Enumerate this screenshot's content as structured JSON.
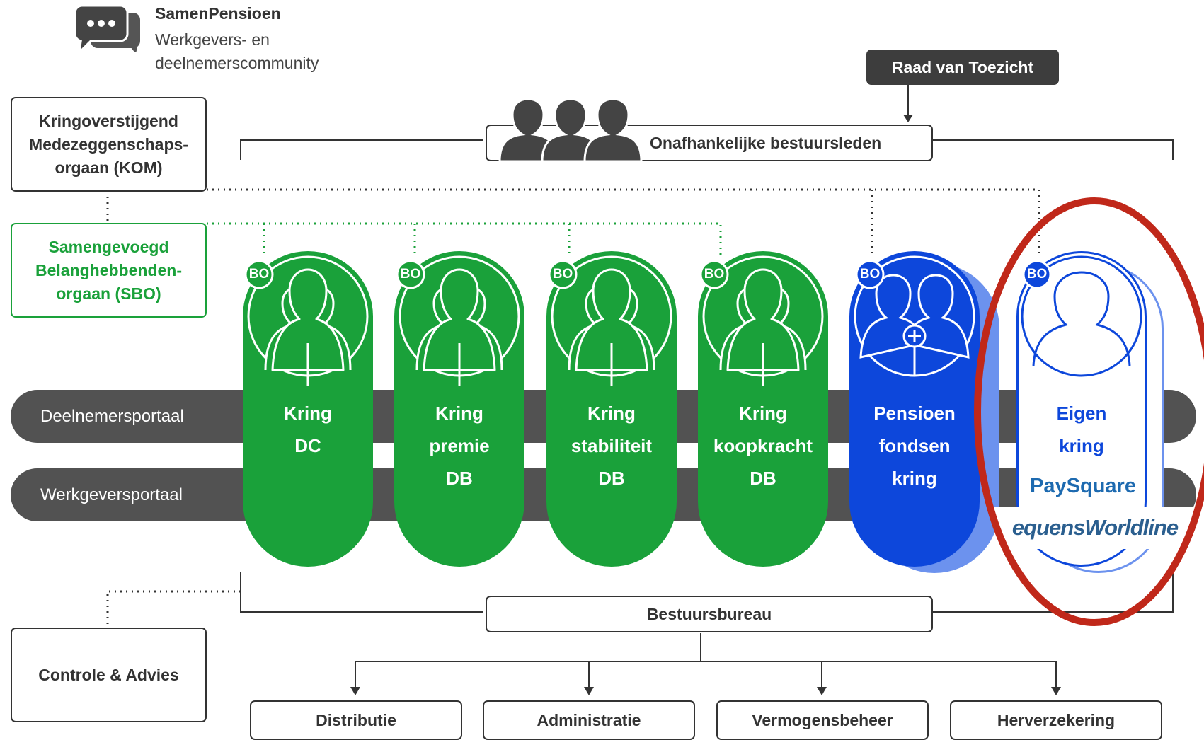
{
  "brand": {
    "name": "SamenPensioen",
    "tagline": "Werkgevers- en deelnemerscommunity"
  },
  "boxes": {
    "raad": "Raad van Toezicht",
    "onafhankelijke": "Onafhankelijke bestuursleden",
    "kom": "Kringoverstijgend Medezeggenschaps-orgaan (KOM)",
    "sbo": "Samengevoegd Belanghebbenden-orgaan (SBO)",
    "controle": "Controle & Advies",
    "bestuursbureau": "Bestuursbureau"
  },
  "portals": {
    "deelnemers": "Deelnemersportaal",
    "werkgevers": "Werkgeversportaal"
  },
  "badge_label": "BO",
  "kringen": [
    {
      "line1": "Kring",
      "line2": "DC",
      "line3": "",
      "color": "#1aa13a"
    },
    {
      "line1": "Kring",
      "line2": "premie",
      "line3": "DB",
      "color": "#1aa13a"
    },
    {
      "line1": "Kring",
      "line2": "stabiliteit",
      "line3": "DB",
      "color": "#1aa13a"
    },
    {
      "line1": "Kring",
      "line2": "koopkracht",
      "line3": "DB",
      "color": "#1aa13a"
    },
    {
      "line1": "Pensioen",
      "line2": "fondsen",
      "line3": "kring",
      "color": "#0d47db"
    },
    {
      "line1": "Eigen",
      "line2": "kring",
      "line3": "",
      "color": "#0d47db"
    }
  ],
  "logos": {
    "paysquare": "PaySquare",
    "equens": "equensWorldline"
  },
  "departments": [
    "Distributie",
    "Administratie",
    "Vermogensbeheer",
    "Herverzekering"
  ],
  "colors": {
    "green": "#1aa13a",
    "blue": "#0d47db",
    "dark": "#3d3d3d",
    "highlight": "#c0281a"
  }
}
